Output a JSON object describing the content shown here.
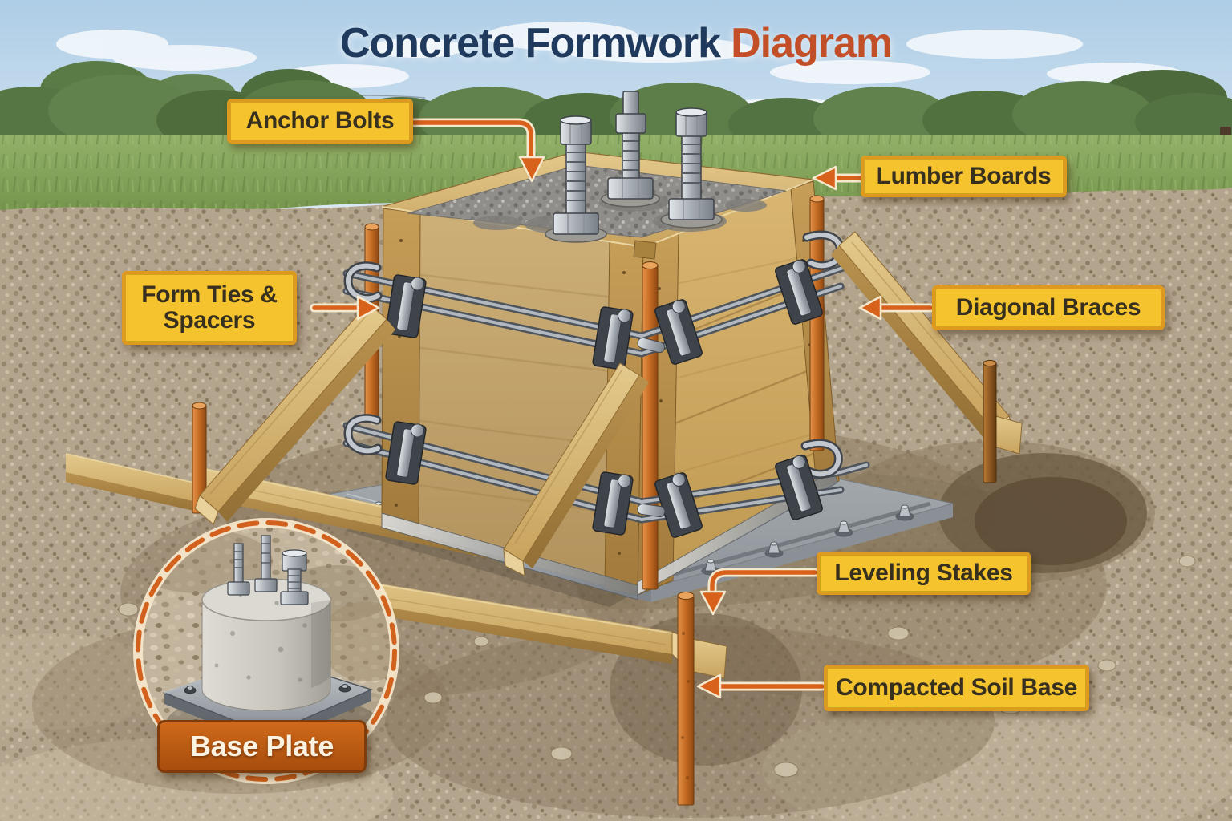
{
  "title": {
    "part1": "Concrete Formwork",
    "part2": "Diagram"
  },
  "labels": {
    "anchor_bolts": "Anchor Bolts",
    "lumber_boards": "Lumber Boards",
    "form_ties_spacers": "Form Ties & Spacers",
    "diagonal_braces": "Diagonal Braces",
    "leveling_stakes": "Leveling Stakes",
    "compacted_soil_base": "Compacted Soil Base",
    "base_plate": "Base Plate"
  },
  "colors": {
    "label_bg": "#F5C32E",
    "label_border": "#DD9A1E",
    "label_text": "#38301F",
    "arrow": "#D8611C",
    "title_primary": "#1F3A5C",
    "title_accent": "#C24F28",
    "base_plate_bg": "#C05E16",
    "base_plate_text": "#FBF2E2",
    "wood": "#C9A25B",
    "steel": "#9AA1A8",
    "stake_orange": "#C06A24",
    "sky": "#BCD7EB",
    "grass": "#84A35A",
    "soil": "#B3A48E"
  }
}
